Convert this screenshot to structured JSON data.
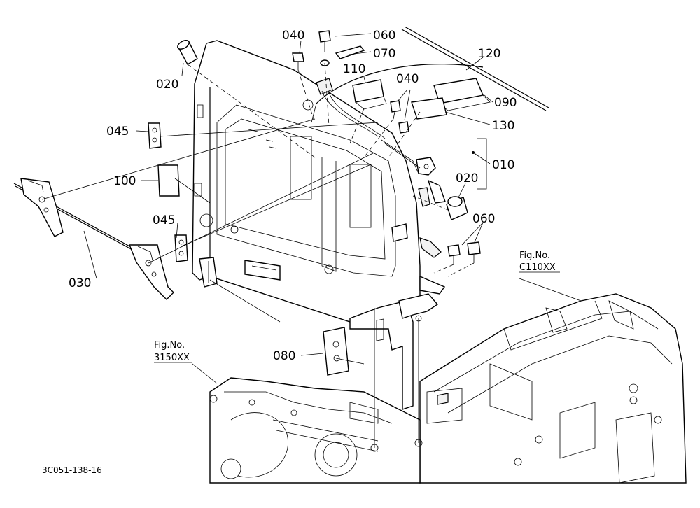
{
  "callouts": {
    "p010": "010",
    "p020a": "020",
    "p020b": "020",
    "p030": "030",
    "p040a": "040",
    "p040b": "040",
    "p045a": "045",
    "p045b": "045",
    "p060a": "060",
    "p060b": "060",
    "p070": "070",
    "p080": "080",
    "p090": "090",
    "p100": "100",
    "p110": "110",
    "p120": "120",
    "p130": "130"
  },
  "references": {
    "ref1_label": "Fig.No.",
    "ref1_code": "C110XX",
    "ref2_label": "Fig.No.",
    "ref2_code": "3150XX"
  },
  "diagram_code": "3C051-138-16"
}
